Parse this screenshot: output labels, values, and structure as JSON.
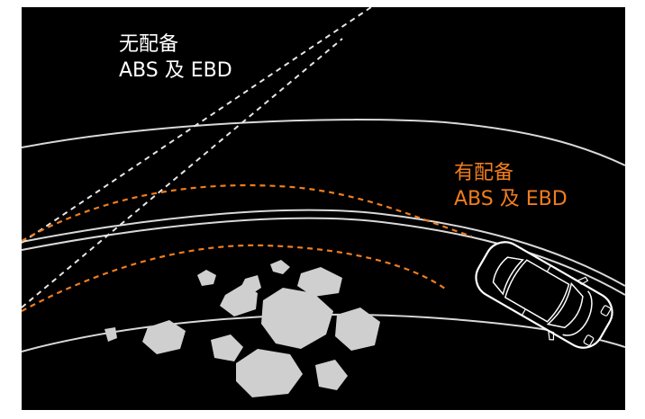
{
  "labels": {
    "without": {
      "line1": "无配备",
      "line2": "ABS 及 EBD"
    },
    "with": {
      "line1": "有配备",
      "line2": "ABS 及 EBD"
    }
  },
  "colors": {
    "background": "#000000",
    "road_line": "#d9d9d9",
    "dashed_without": "#e6e6e6",
    "dashed_with": "#f07d1e",
    "rock": "#cfcfcf",
    "car_outline": "#ffffff"
  },
  "icons": {
    "car": "car-top-view-icon",
    "rocks": "rock-cluster-icon"
  }
}
